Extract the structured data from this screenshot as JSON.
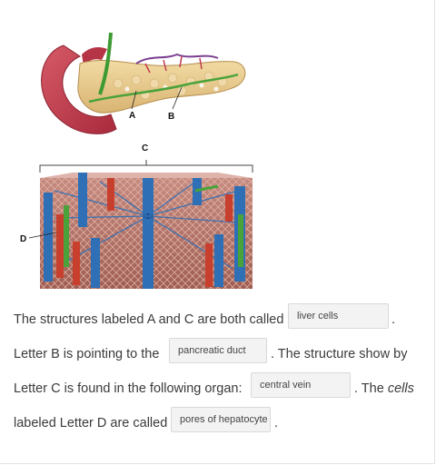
{
  "figure": {
    "labels": {
      "a": "A",
      "b": "B",
      "c": "C",
      "d": "D"
    }
  },
  "question": {
    "s1_pre": "The structures labeled A and C are both called",
    "s1_post": ".",
    "s2_pre": "Letter B is pointing to the",
    "s2_post": ". The structure show by",
    "s3_pre": "Letter C is found in the following organ:",
    "s3_post": ". The",
    "s3_italic": "cells",
    "s4_pre": "labeled Letter D are called",
    "s4_post": "."
  },
  "answers": {
    "blank1": "liver cells",
    "blank2": "pancreatic duct",
    "blank3": "central vein",
    "blank4": "pores of hepatocyte"
  },
  "colors": {
    "duodenum": "#c0394a",
    "pancreas": "#e8c98a",
    "duct": "#4aa23a",
    "vein_blue": "#2f6fb5",
    "artery_red": "#c8402d",
    "tissue": "#b5766a"
  }
}
